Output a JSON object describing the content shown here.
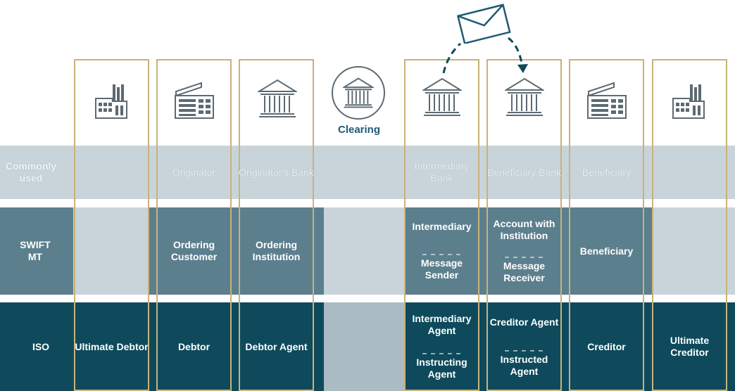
{
  "diagram": {
    "rows": {
      "commonly_used": "Commonly used",
      "swift_mt": "SWIFT MT",
      "iso": "ISO"
    },
    "clearing_label": "Clearing",
    "columns": [
      {
        "icon": "factory-icon",
        "common": "",
        "swift": "",
        "swift_sub": "",
        "iso": "Ultimate Debtor",
        "iso_sub": ""
      },
      {
        "icon": "office-building-icon",
        "common": "Originator",
        "swift": "Ordering Customer",
        "swift_sub": "",
        "iso": "Debtor",
        "iso_sub": ""
      },
      {
        "icon": "bank-icon",
        "common": "Originator's Bank",
        "swift": "Ordering Institution",
        "swift_sub": "",
        "iso": "Debtor Agent",
        "iso_sub": ""
      },
      {
        "icon": "bank-icon",
        "common": "Intermediary Bank",
        "swift": "Intermediary",
        "swift_sub": "Message Sender",
        "iso": "Intermediary Agent",
        "iso_sub": "Instructing Agent"
      },
      {
        "icon": "bank-icon",
        "common": "Beneficiary Bank",
        "swift": "Account with Institution",
        "swift_sub": "Message Receiver",
        "iso": "Creditor Agent",
        "iso_sub": "Instructed Agent"
      },
      {
        "icon": "office-building-icon",
        "common": "Beneficiary",
        "swift": "Beneficiary",
        "swift_sub": "",
        "iso": "Creditor",
        "iso_sub": ""
      },
      {
        "icon": "factory-icon",
        "common": "",
        "swift": "",
        "swift_sub": "",
        "iso": "Ultimate Creditor",
        "iso_sub": ""
      }
    ],
    "colors": {
      "row_common": "#c9d4da",
      "row_swift": "#5c7f8e",
      "row_iso": "#0e4a5c",
      "column_border": "#c9b27a",
      "accent": "#1f5a75"
    }
  }
}
